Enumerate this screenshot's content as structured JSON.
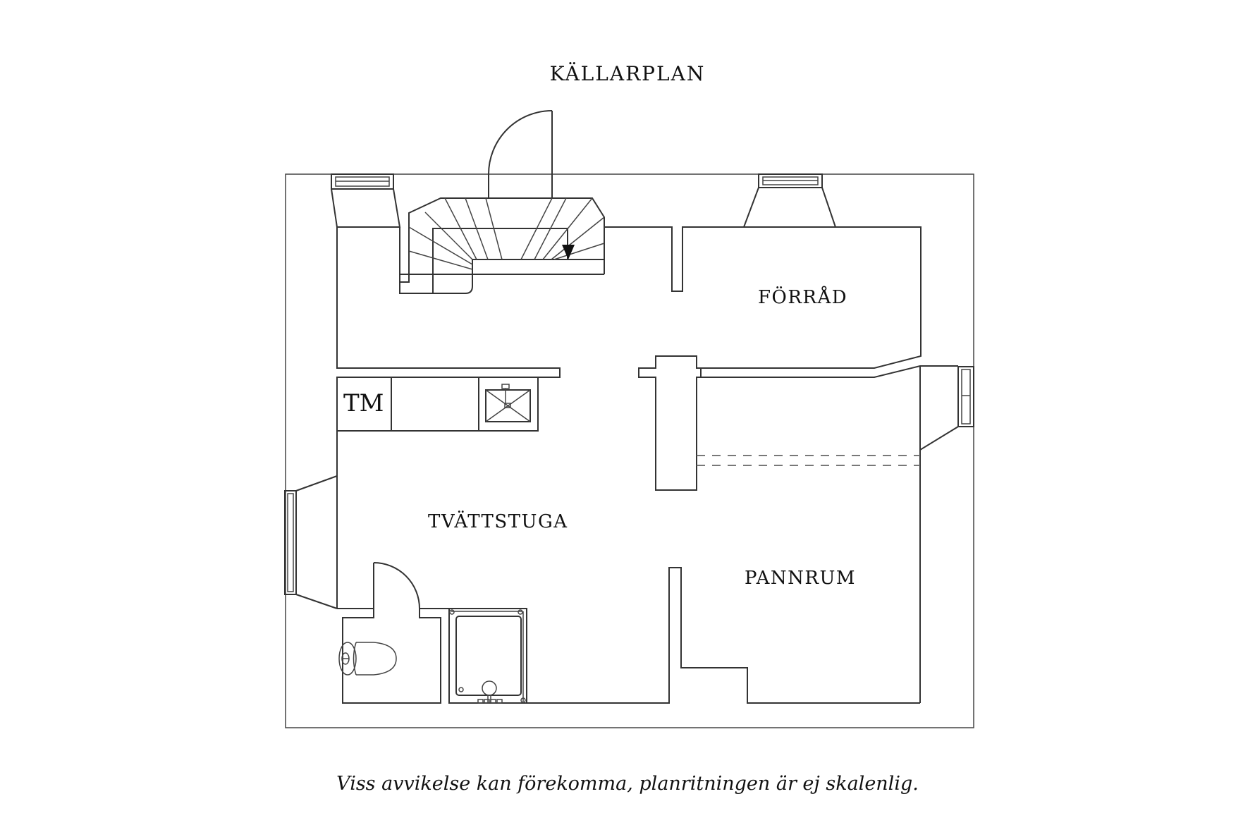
{
  "plan": {
    "title": "KÄLLARPLAN",
    "rooms": {
      "forrad": "FÖRRÅD",
      "tvattstuga": "TVÄTTSTUGA",
      "pannrum": "PANNRUM"
    },
    "fixtures": {
      "tumbler_label": "TM"
    },
    "disclaimer": "Viss avvikelse kan förekomma, planritningen är ej skalenlig.",
    "colors": {
      "line": "#333333",
      "background": "#ffffff",
      "text": "#111111"
    }
  }
}
